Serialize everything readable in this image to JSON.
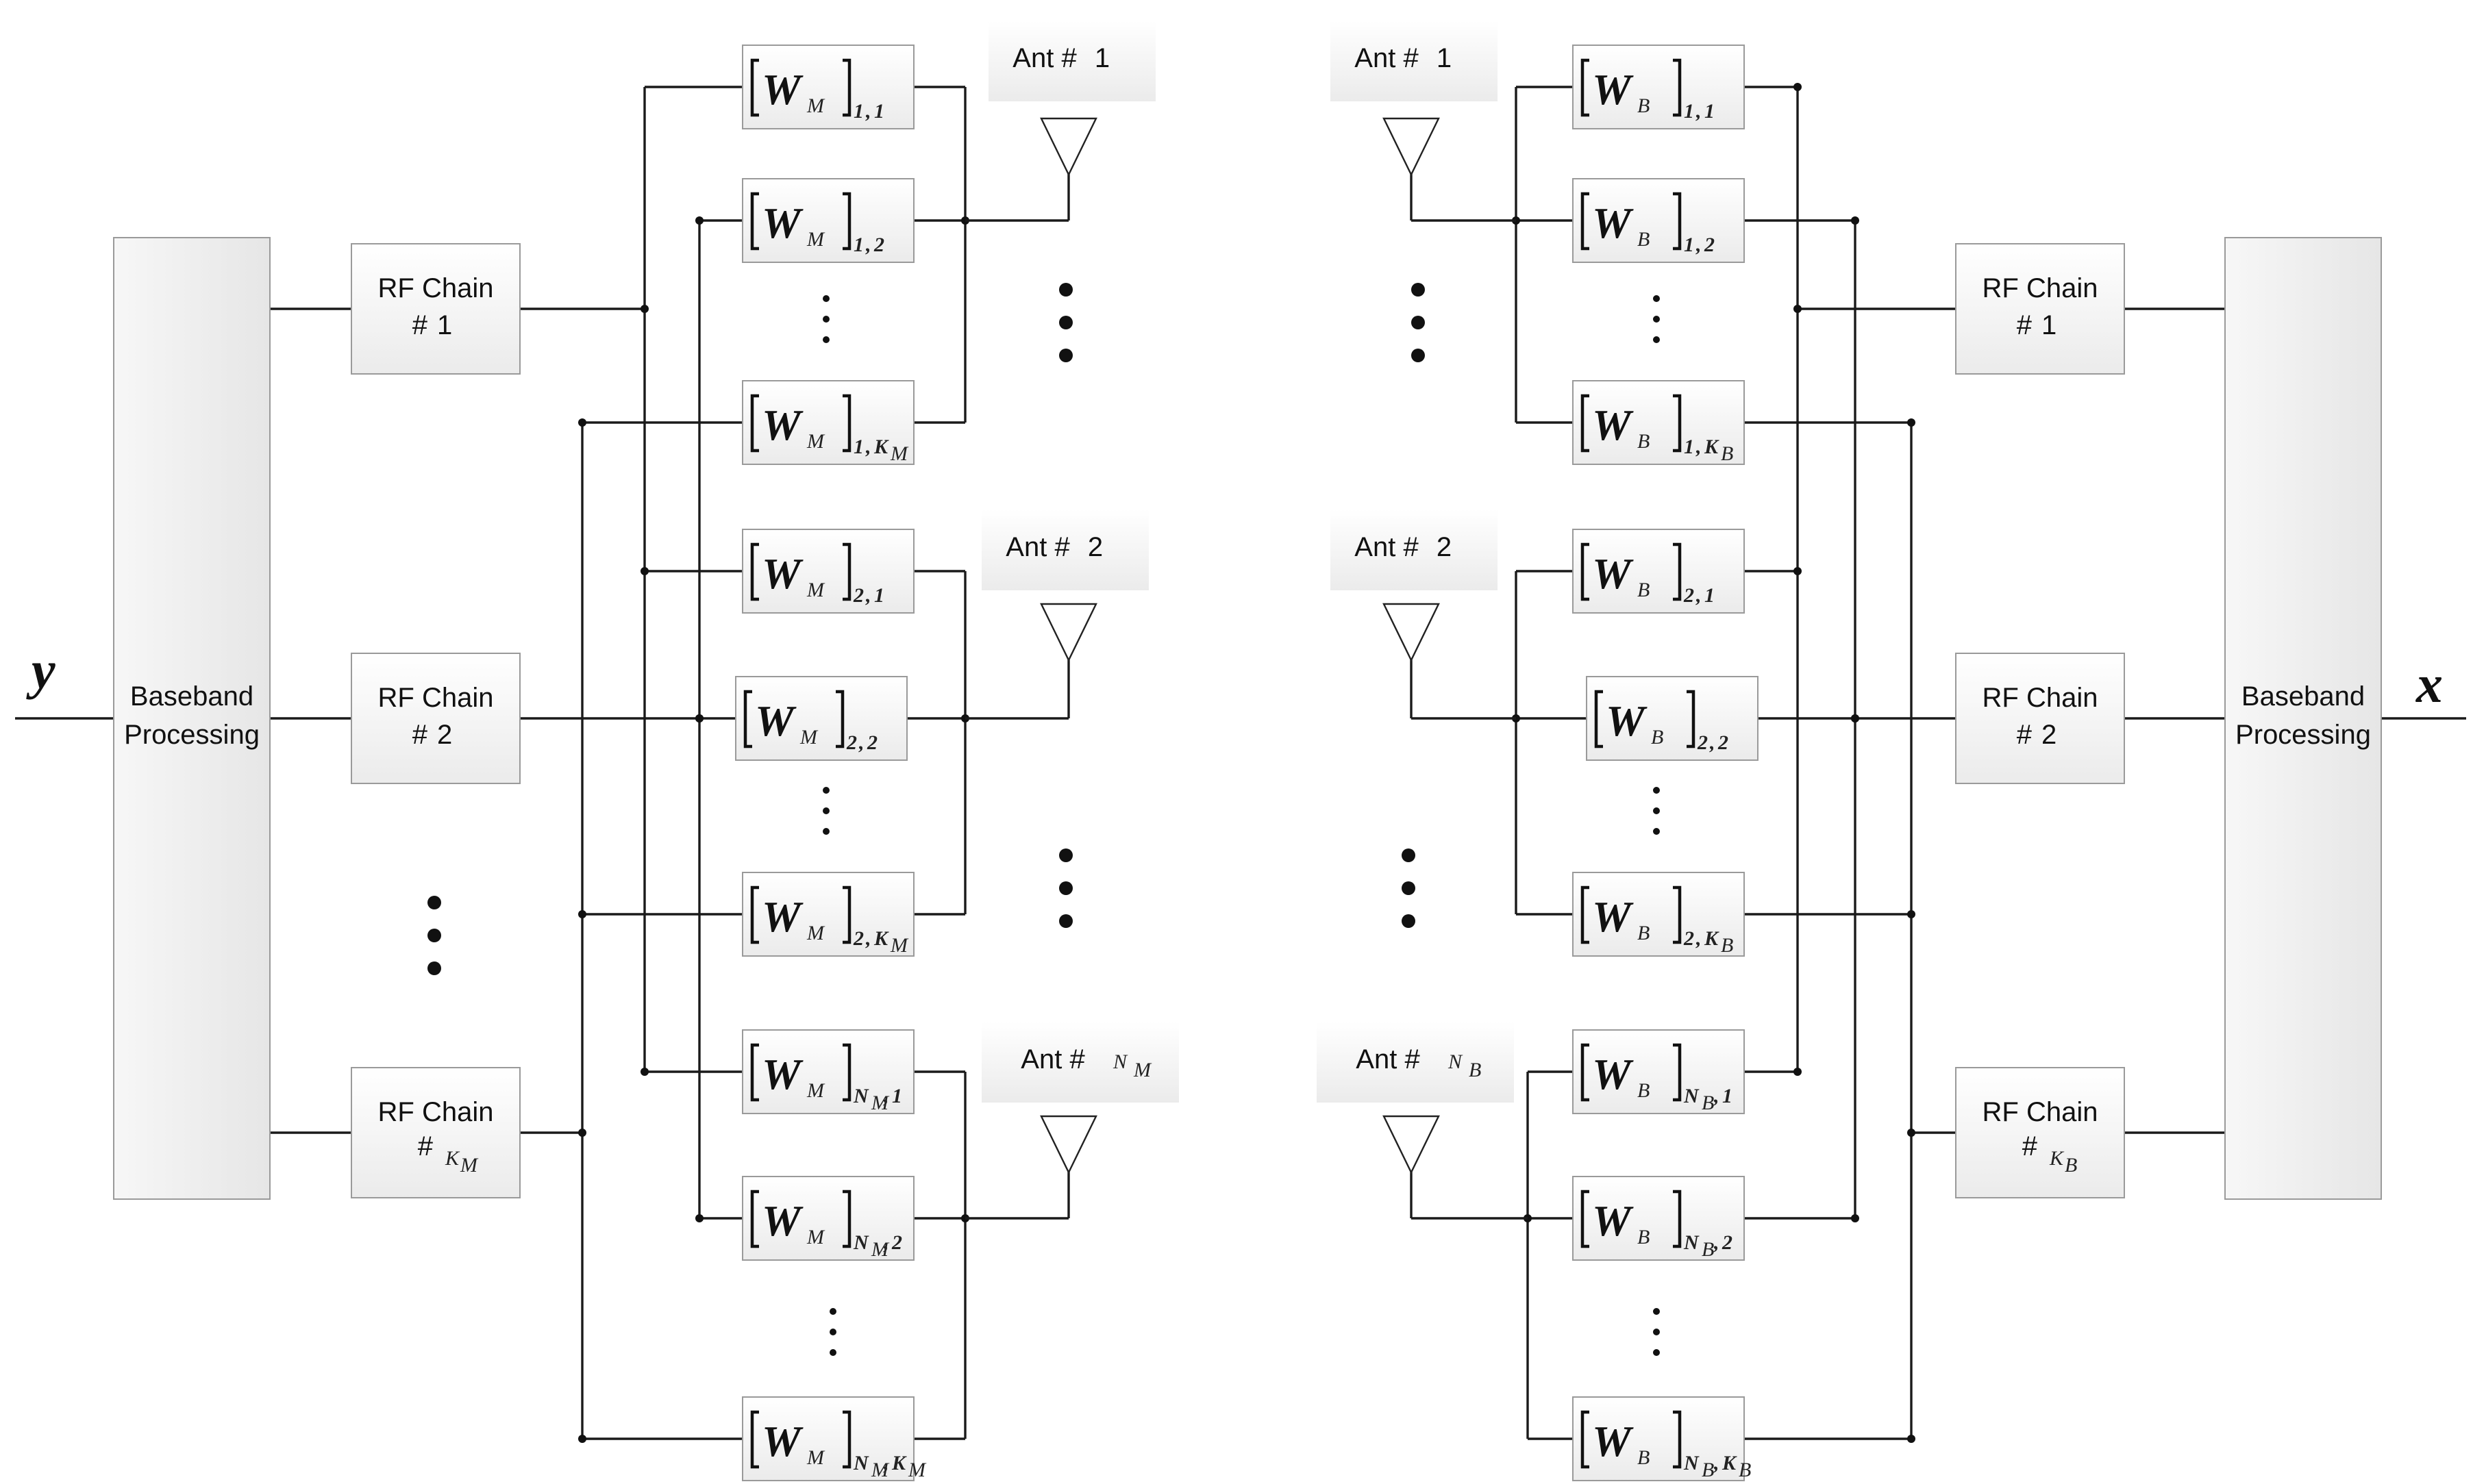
{
  "signals": {
    "input": "y",
    "output": "x"
  },
  "baseband": {
    "label_line1": "Baseband",
    "label_line2": "Processing"
  },
  "rf_chain": {
    "label": "RF Chain",
    "hash": "#"
  },
  "left": {
    "rf_indices": [
      "1",
      "2",
      "K"
    ],
    "rf_sub": [
      "",
      "",
      "M"
    ],
    "antennas": [
      {
        "prefix": "Ant #",
        "num": "1",
        "sym": "",
        "sub": ""
      },
      {
        "prefix": "Ant #",
        "num": "2",
        "sym": "",
        "sub": ""
      },
      {
        "prefix": "Ant #",
        "num": "",
        "sym": "N",
        "sub": "M"
      }
    ],
    "weights": [
      {
        "sub": "M",
        "idx_a": "1",
        "idx_a_sub": "",
        "comma": ",",
        "idx_b": "1",
        "idx_b_sub": ""
      },
      {
        "sub": "M",
        "idx_a": "1",
        "idx_a_sub": "",
        "comma": ",",
        "idx_b": "2",
        "idx_b_sub": ""
      },
      {
        "sub": "M",
        "idx_a": "1",
        "idx_a_sub": "",
        "comma": ",",
        "idx_b": "K",
        "idx_b_sub": "M"
      },
      {
        "sub": "M",
        "idx_a": "2",
        "idx_a_sub": "",
        "comma": ",",
        "idx_b": "1",
        "idx_b_sub": ""
      },
      {
        "sub": "M",
        "idx_a": "2",
        "idx_a_sub": "",
        "comma": ",",
        "idx_b": "2",
        "idx_b_sub": ""
      },
      {
        "sub": "M",
        "idx_a": "2",
        "idx_a_sub": "",
        "comma": ",",
        "idx_b": "K",
        "idx_b_sub": "M"
      },
      {
        "sub": "M",
        "idx_a": "N",
        "idx_a_sub": "M",
        "comma": ",",
        "idx_b": "1",
        "idx_b_sub": ""
      },
      {
        "sub": "M",
        "idx_a": "N",
        "idx_a_sub": "M",
        "comma": ",",
        "idx_b": "2",
        "idx_b_sub": ""
      },
      {
        "sub": "M",
        "idx_a": "N",
        "idx_a_sub": "M",
        "comma": ",",
        "idx_b": "K",
        "idx_b_sub": "M"
      }
    ]
  },
  "right": {
    "rf_indices": [
      "1",
      "2",
      "K"
    ],
    "rf_sub": [
      "",
      "",
      "B"
    ],
    "antennas": [
      {
        "prefix": "Ant #",
        "num": "1",
        "sym": "",
        "sub": ""
      },
      {
        "prefix": "Ant #",
        "num": "2",
        "sym": "",
        "sub": ""
      },
      {
        "prefix": "Ant #",
        "num": "",
        "sym": "N",
        "sub": "B"
      }
    ],
    "weights": [
      {
        "sub": "B",
        "idx_a": "1",
        "idx_a_sub": "",
        "comma": ",",
        "idx_b": "1",
        "idx_b_sub": ""
      },
      {
        "sub": "B",
        "idx_a": "1",
        "idx_a_sub": "",
        "comma": ",",
        "idx_b": "2",
        "idx_b_sub": ""
      },
      {
        "sub": "B",
        "idx_a": "1",
        "idx_a_sub": "",
        "comma": ",",
        "idx_b": "K",
        "idx_b_sub": "B"
      },
      {
        "sub": "B",
        "idx_a": "2",
        "idx_a_sub": "",
        "comma": ",",
        "idx_b": "1",
        "idx_b_sub": ""
      },
      {
        "sub": "B",
        "idx_a": "2",
        "idx_a_sub": "",
        "comma": ",",
        "idx_b": "2",
        "idx_b_sub": ""
      },
      {
        "sub": "B",
        "idx_a": "2",
        "idx_a_sub": "",
        "comma": ",",
        "idx_b": "K",
        "idx_b_sub": "B"
      },
      {
        "sub": "B",
        "idx_a": "N",
        "idx_a_sub": "B",
        "comma": ",",
        "idx_b": "1",
        "idx_b_sub": ""
      },
      {
        "sub": "B",
        "idx_a": "N",
        "idx_a_sub": "B",
        "comma": ",",
        "idx_b": "2",
        "idx_b_sub": ""
      },
      {
        "sub": "B",
        "idx_a": "N",
        "idx_a_sub": "B",
        "comma": ",",
        "idx_b": "K",
        "idx_b_sub": "B"
      }
    ]
  }
}
